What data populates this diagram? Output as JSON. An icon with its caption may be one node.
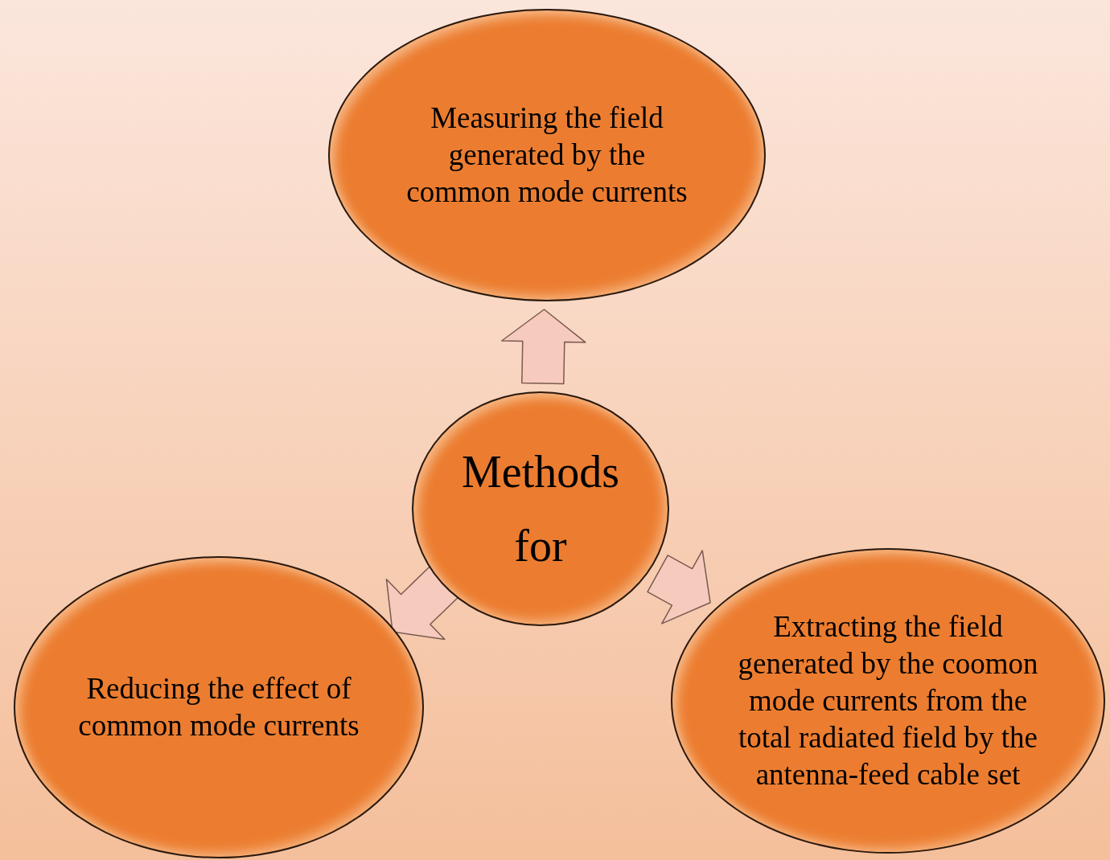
{
  "diagram": {
    "nodes": [
      {
        "text": [
          "Measuring the field generated by the common mode currents"
        ]
      },
      {
        "text": [
          "Methods for"
        ]
      },
      {
        "text": [
          "Reducing the effect of common mode currents"
        ]
      },
      {
        "text": [
          "Extracting the field generated by the coomon mode currents from the total radiated field by the antenna-feed cable set"
        ]
      }
    ],
    "edges": [
      {
        "from": 1,
        "to": 0,
        "arrow": "to",
        "style": "thick"
      },
      {
        "from": 1,
        "to": 2,
        "arrow": "to",
        "style": "thick"
      },
      {
        "from": 1,
        "to": 3,
        "arrow": "to",
        "style": "thick"
      }
    ]
  }
}
